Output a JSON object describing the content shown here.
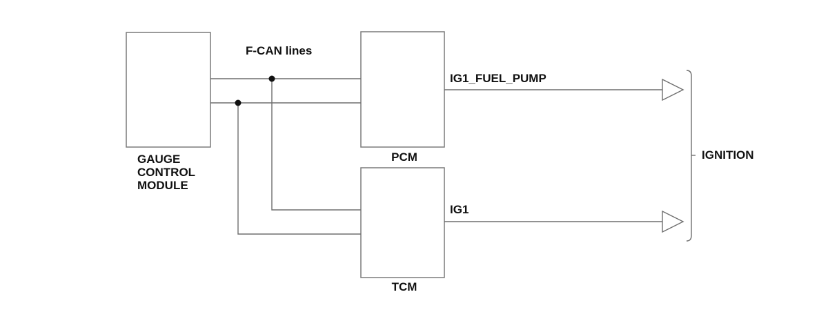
{
  "blocks": {
    "gauge_control_module": {
      "label_lines": [
        "GAUGE",
        "CONTROL",
        "MODULE"
      ]
    },
    "pcm": {
      "label": "PCM"
    },
    "tcm": {
      "label": "TCM"
    }
  },
  "bus": {
    "label": "F-CAN lines"
  },
  "signals": {
    "fuel_pump": {
      "label": "IG1_FUEL_PUMP"
    },
    "ig1": {
      "label": "IG1"
    }
  },
  "source": {
    "label": "IGNITION"
  }
}
